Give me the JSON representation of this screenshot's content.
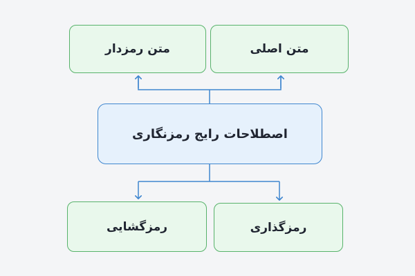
{
  "diagram": {
    "center": {
      "label": "اصطلاحات رایج رمزنگاری"
    },
    "top": [
      {
        "label": "متن رمزدار"
      },
      {
        "label": "متن اصلی"
      }
    ],
    "bottom": [
      {
        "label": "رمزگشایی"
      },
      {
        "label": "رمزگذاری"
      }
    ],
    "colors": {
      "background": "#f4f5f7",
      "green_fill": "#e9f8ec",
      "green_border": "#57b26a",
      "blue_fill": "#e6f1fc",
      "blue_border": "#3f86cf",
      "connector": "#3f86cf"
    }
  }
}
